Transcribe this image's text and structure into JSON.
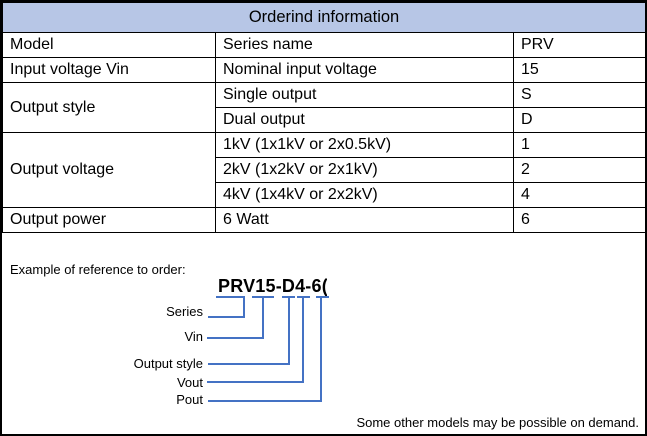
{
  "colors": {
    "header_bg": "#b7c6e6",
    "callout_line": "#4472c4",
    "table_border": "#000000"
  },
  "header": {
    "title": "Orderind information"
  },
  "table": {
    "rows": [
      {
        "col1": "Model",
        "col2": "Series name",
        "col3": "PRV"
      },
      {
        "col1": "Input voltage Vin",
        "col2": "Nominal input voltage",
        "col3": "15"
      },
      {
        "col1": "Output style",
        "col2": "Single output",
        "col3": "S"
      },
      {
        "col2": "Dual output",
        "col3": "D"
      },
      {
        "col1": "Output voltage",
        "col2": "1kV (1x1kV or 2x0.5kV)",
        "col3": "1"
      },
      {
        "col2": "2kV (1x2kV or 2x1kV)",
        "col3": "2"
      },
      {
        "col2": "4kV (1x4kV or 2x2kV)",
        "col3": "4"
      },
      {
        "col1": "Output power",
        "col2": "6 Watt",
        "col3": "6"
      }
    ]
  },
  "example": {
    "caption": "Example of reference to order:",
    "model_code": "PRV15-D4-6",
    "clipped_char": "(",
    "callouts": [
      "Series",
      "Vin",
      "Output style",
      "Vout",
      "Pout"
    ],
    "note": "Some other models may be possible on demand."
  }
}
